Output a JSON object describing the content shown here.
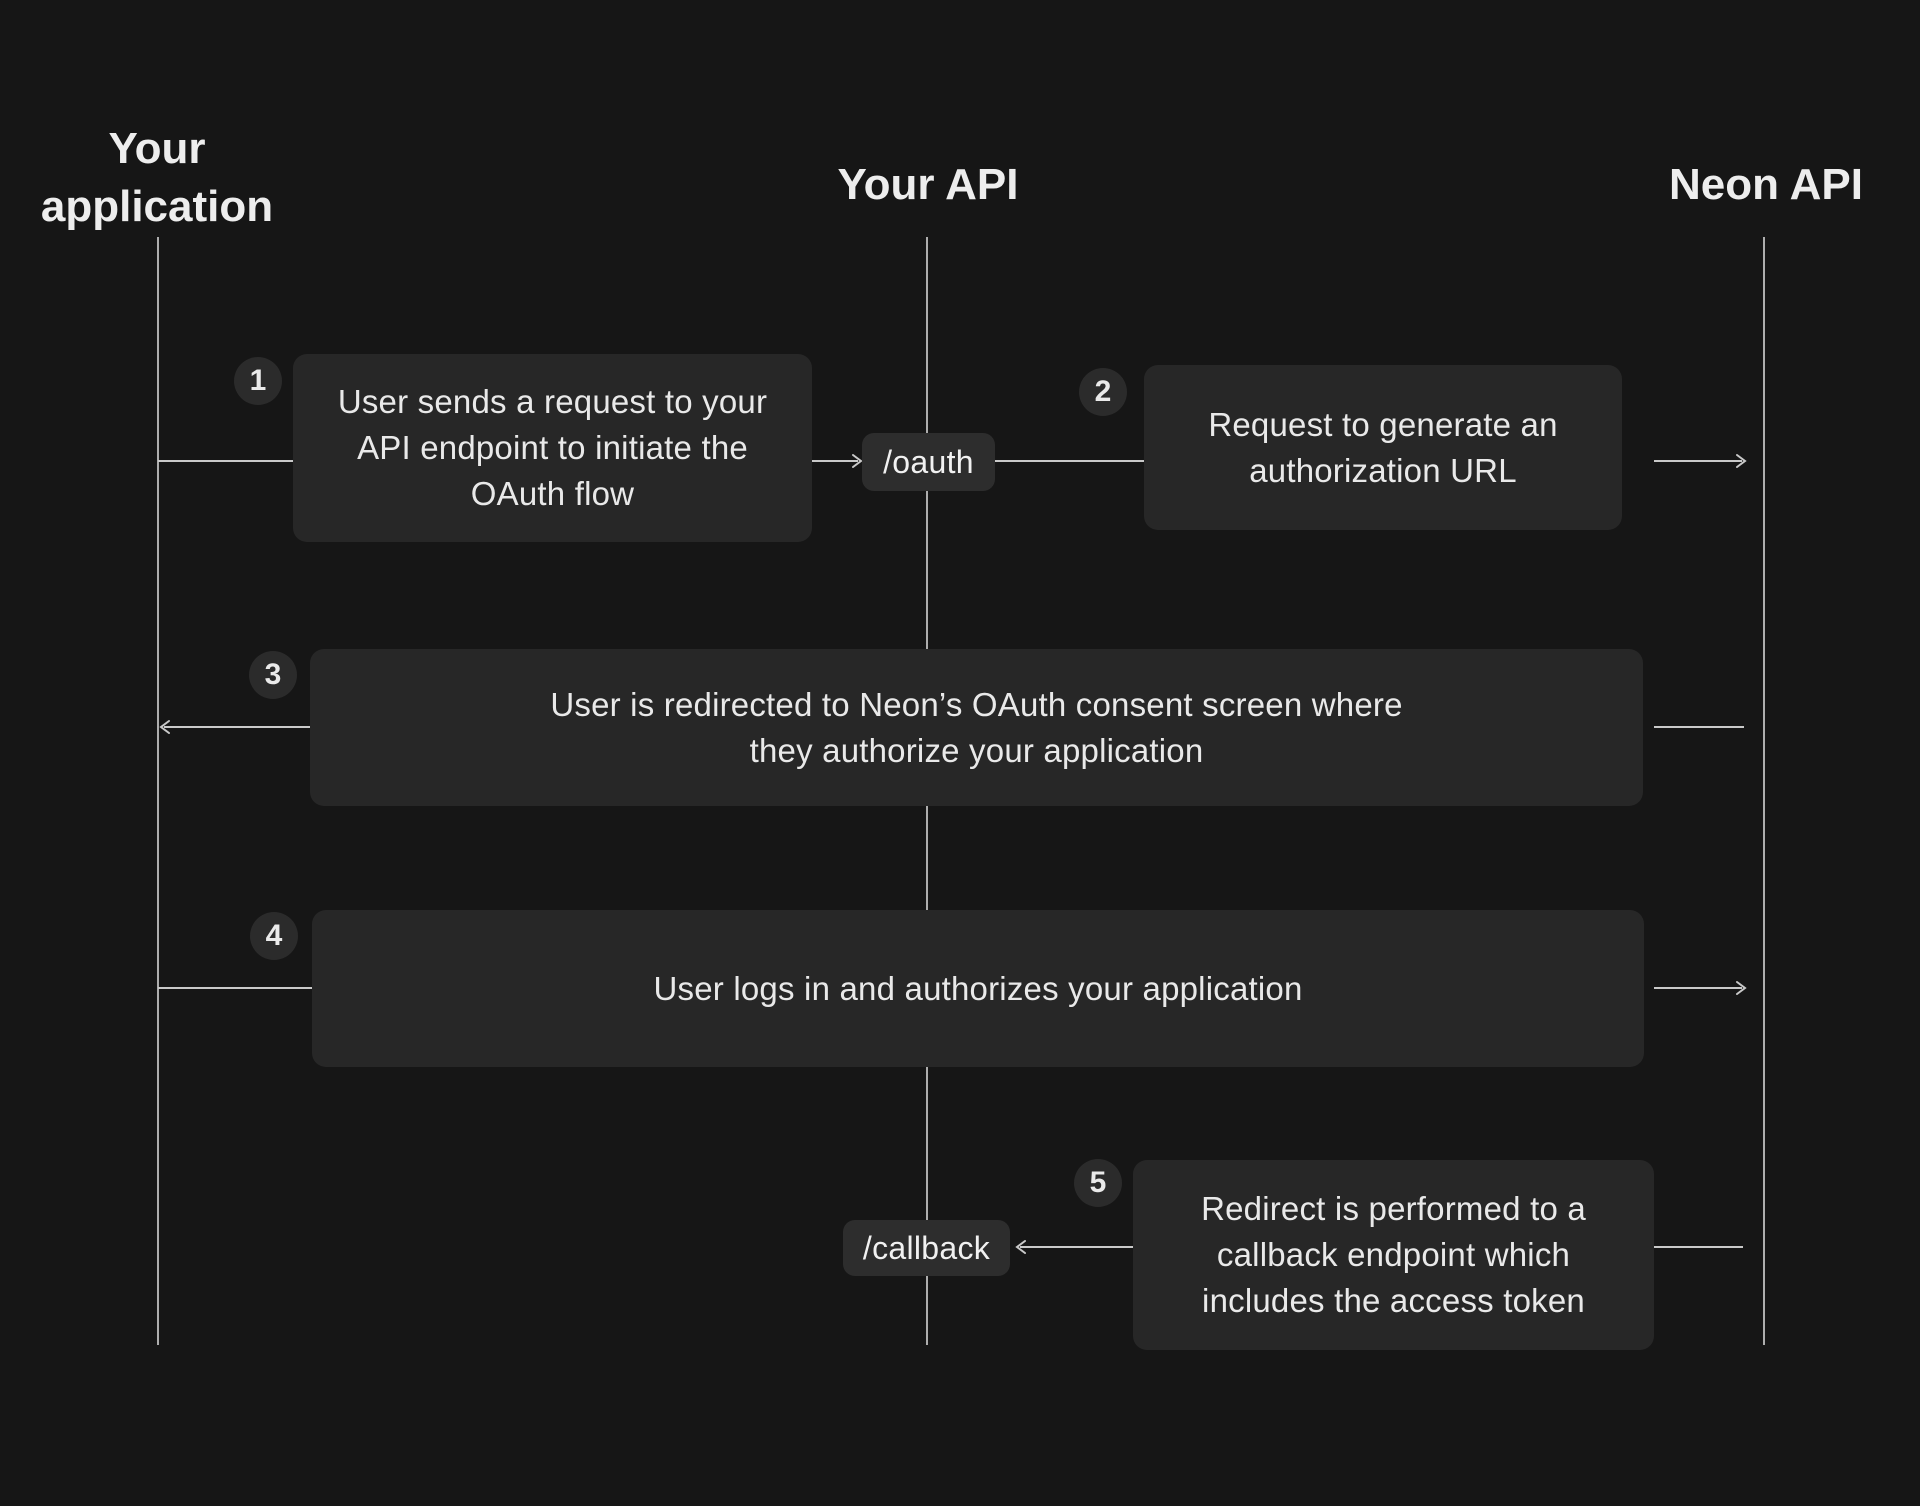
{
  "lanes": [
    {
      "label": "Your application"
    },
    {
      "label": "Your API"
    },
    {
      "label": "Neon API"
    }
  ],
  "steps": [
    {
      "number": "1",
      "text": "User sends a request to your API endpoint to initiate the OAuth flow"
    },
    {
      "number": "2",
      "text": "Request to generate an authorization URL"
    },
    {
      "number": "3",
      "text": "User is redirected to Neon’s OAuth consent screen where they authorize your application"
    },
    {
      "number": "4",
      "text": "User logs in and authorizes your application"
    },
    {
      "number": "5",
      "text": "Redirect is performed to a callback endpoint which includes the access token"
    }
  ],
  "endpoints": [
    {
      "label": "/oauth"
    },
    {
      "label": "/callback"
    }
  ],
  "colors": {
    "background": "#161616",
    "box": "#272727",
    "pill": "#2d2d2d",
    "badge": "#2b2b2b",
    "lifeline": "#adadad",
    "message_line": "#c9c9c9",
    "text": "#e9e9e9",
    "heading": "#ededed"
  }
}
